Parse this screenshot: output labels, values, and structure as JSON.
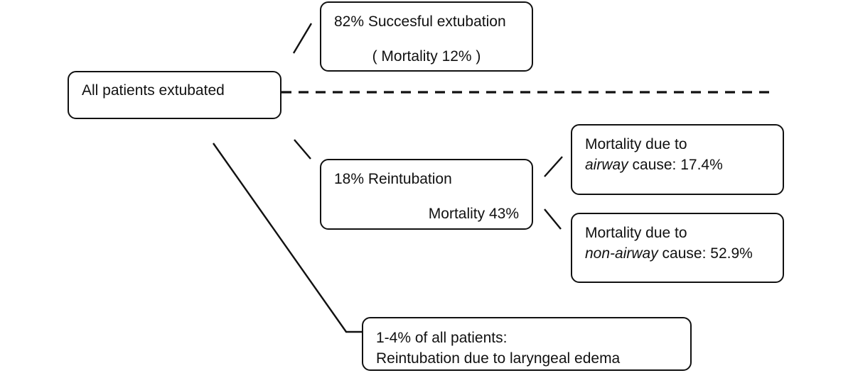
{
  "diagram": {
    "title": "All patients extubated outcomes flow",
    "stroke_color": "#111111",
    "background_color": "#ffffff",
    "nodes": {
      "all_patients": {
        "line1": "All patients extubated"
      },
      "successful_extubation": {
        "line1": "82% Succesful extubation",
        "line2": "( Mortality 12% )"
      },
      "reintubation": {
        "line1": "18% Reintubation",
        "line2": "Mortality 43%"
      },
      "airway_mortality": {
        "line1": "Mortality due to",
        "line2_emphasis": "airway",
        "line2_rest": " cause: 17.4%"
      },
      "nonairway_mortality": {
        "line1": "Mortality due to",
        "line2_emphasis": "non-airway",
        "line2_rest": " cause: 52.9%"
      },
      "laryngeal_edema": {
        "line1": "1-4% of all patients:",
        "line2": "Reintubation due to laryngeal edema"
      }
    },
    "connectors": {
      "to_successful": "diagonal-up-right",
      "dashed_divider": "horizontal-dashed",
      "to_reintubation": "diagonal-down-right",
      "to_airway": "diagonal-up-right",
      "to_nonairway": "diagonal-down-right",
      "to_laryngeal_edema": "long-diagonal-down-right"
    }
  }
}
